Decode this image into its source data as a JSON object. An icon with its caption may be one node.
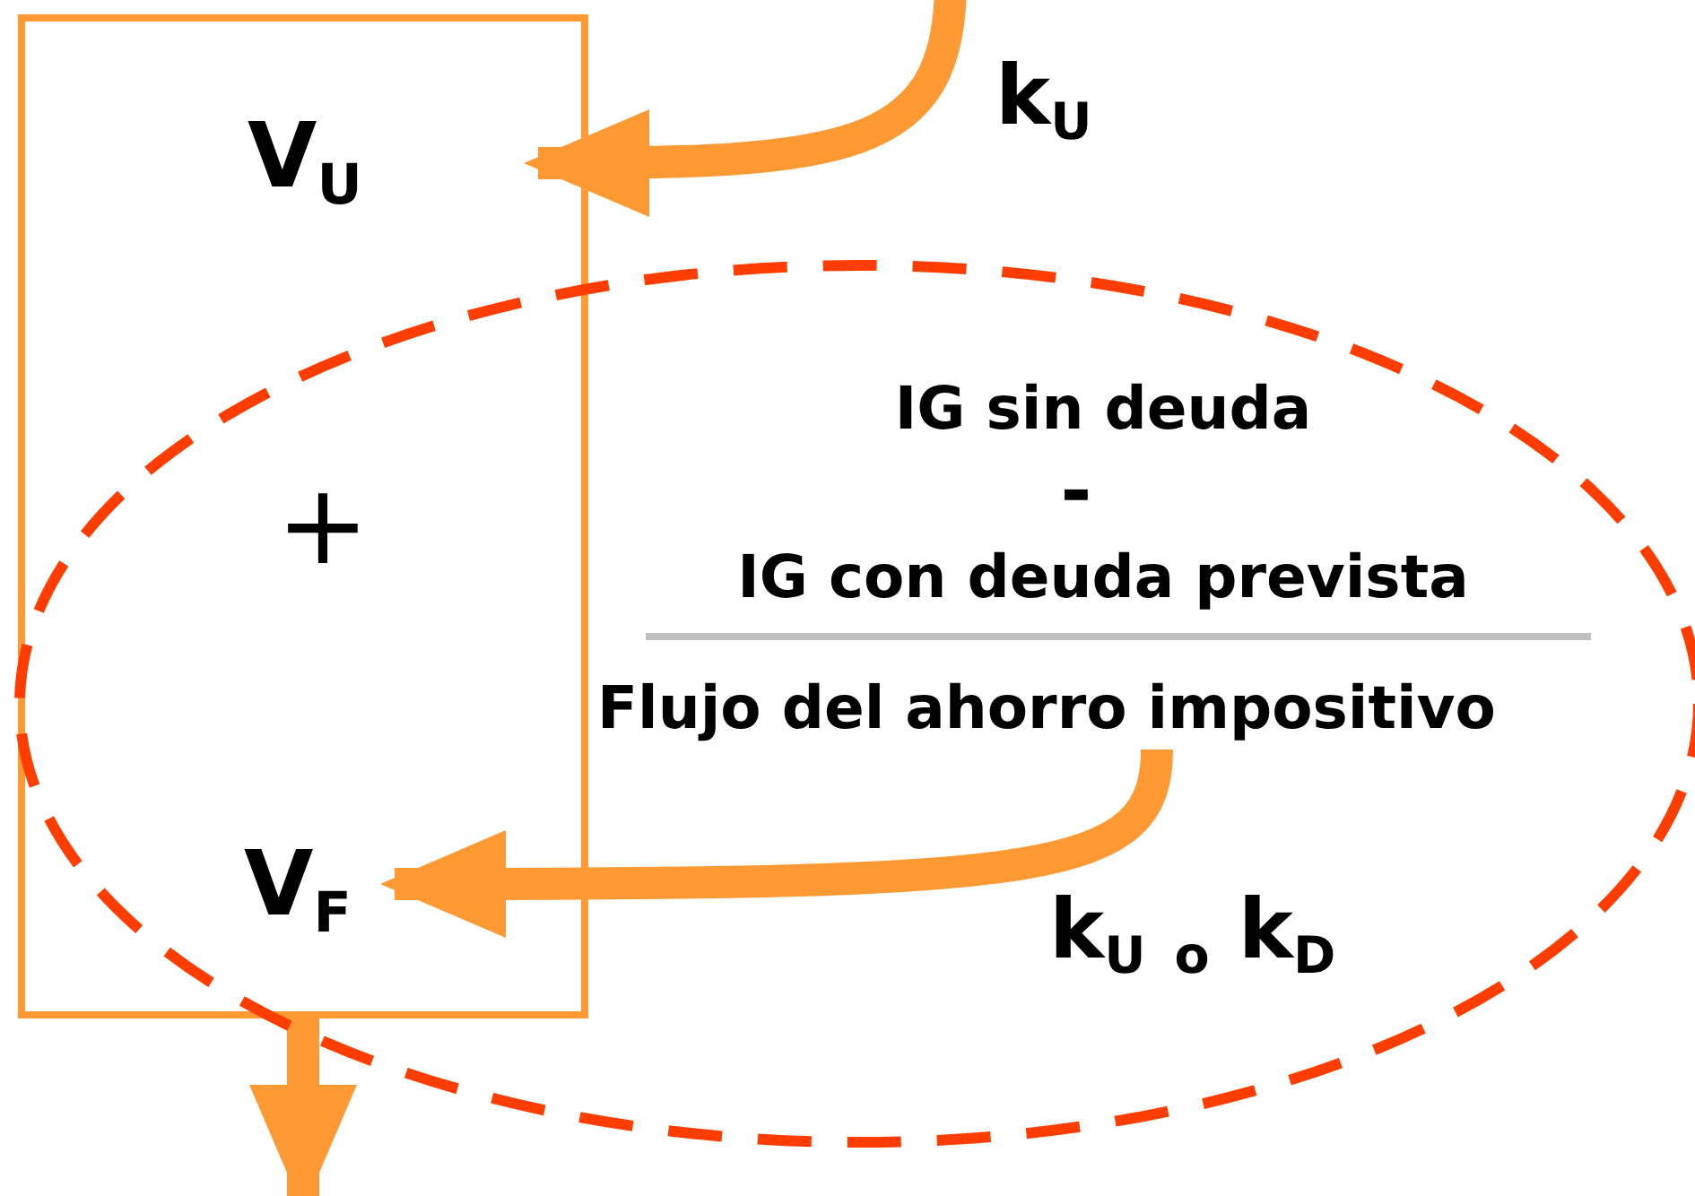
{
  "diagram": {
    "nodes": [
      {
        "text": [
          "+"
        ]
      },
      {
        "text": [
          "V$_{U}$"
        ],
        "in": 0
      },
      {
        "text": [
          "V$_{F}$"
        ]
      },
      {
        "text": [
          "IG sin deuda",
          "-",
          "IG con deuda prevista"
        ]
      },
      {
        "text": [
          "Flujo del ahorro impositivo"
        ],
        "in": 3
      }
    ],
    "edges": [
      {
        "from": null,
        "to": 1,
        "arrow": "to",
        "label": "k$_{U}$"
      },
      {
        "from": 4,
        "to": 2,
        "arrow": "to",
        "label": "k$_{U}$ $_{o}$ k$_{D}$"
      },
      {
        "from": 0,
        "to": null,
        "arrow": "to"
      }
    ]
  }
}
